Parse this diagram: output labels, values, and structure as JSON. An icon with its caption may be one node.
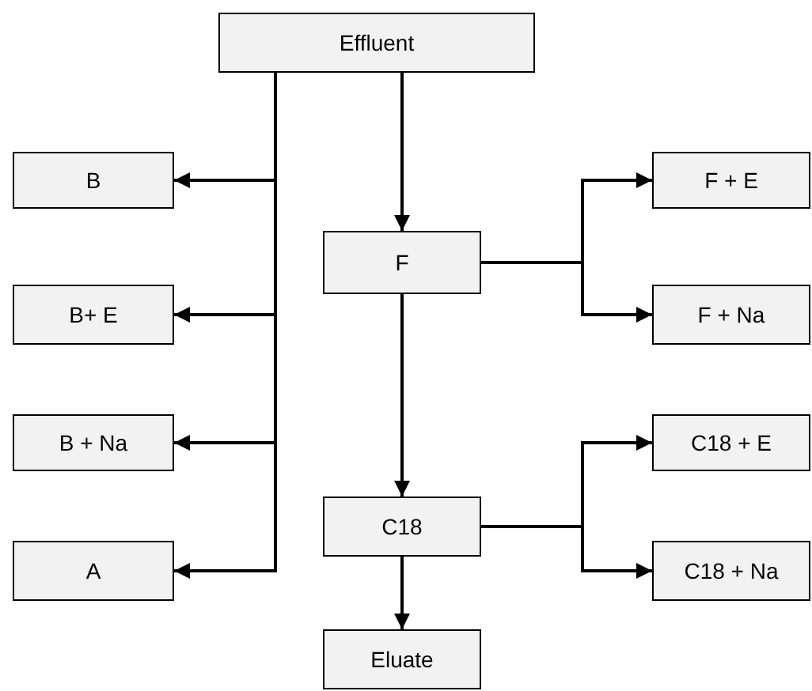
{
  "diagram": {
    "nodes": [
      {
        "text": [
          "Effluent"
        ]
      },
      {
        "text": [
          "B"
        ]
      },
      {
        "text": [
          "B+ E"
        ]
      },
      {
        "text": [
          "B + Na"
        ]
      },
      {
        "text": [
          "A"
        ]
      },
      {
        "text": [
          "F"
        ]
      },
      {
        "text": [
          "F + E"
        ]
      },
      {
        "text": [
          "F + Na"
        ]
      },
      {
        "text": [
          "C18"
        ]
      },
      {
        "text": [
          "C18 + E"
        ]
      },
      {
        "text": [
          "C18 + Na"
        ]
      },
      {
        "text": [
          "Eluate"
        ]
      }
    ],
    "edges": [
      {
        "from": 0,
        "to": 1,
        "arrow": "to"
      },
      {
        "from": 0,
        "to": 2,
        "arrow": "to"
      },
      {
        "from": 0,
        "to": 3,
        "arrow": "to"
      },
      {
        "from": 0,
        "to": 4,
        "arrow": "to"
      },
      {
        "from": 0,
        "to": 5,
        "arrow": "to"
      },
      {
        "from": 5,
        "to": 6,
        "arrow": "to"
      },
      {
        "from": 5,
        "to": 7,
        "arrow": "to"
      },
      {
        "from": 5,
        "to": 8,
        "arrow": "to"
      },
      {
        "from": 8,
        "to": 9,
        "arrow": "to"
      },
      {
        "from": 8,
        "to": 10,
        "arrow": "to"
      },
      {
        "from": 8,
        "to": 11,
        "arrow": "to"
      }
    ]
  }
}
